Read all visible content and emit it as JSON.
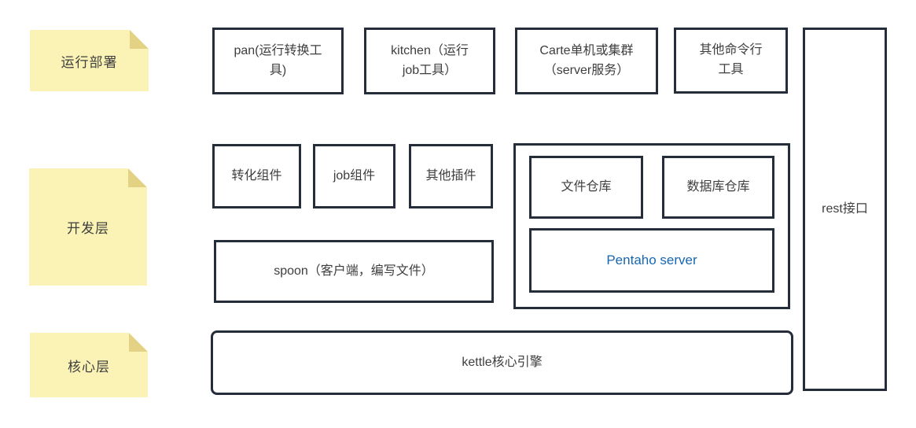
{
  "colors": {
    "bg": "#FFFFFF",
    "box_border": "#252D3A",
    "text": "#3E3E3E",
    "note_bg": "#FBF2B5",
    "note_fold": "#E3D283",
    "accent_blue": "#1767B0"
  },
  "notes": [
    {
      "label": "运行部署"
    },
    {
      "label": "开发层"
    },
    {
      "label": "核心层"
    }
  ],
  "deploy_row": {
    "pan_label": "pan(运行转换工\n具)",
    "kitchen_label": "kitchen（运行\njob工具）",
    "carte_label": "Carte单机或集群\n（server服务）",
    "other_cli_label": "其他命令行\n工具"
  },
  "dev_layer": {
    "transform_label": "转化组件",
    "job_label": "job组件",
    "plugins_label": "其他插件",
    "spoon_label": "spoon（客户端，编写文件）",
    "repo_group": {
      "file_repo_label": "文件仓库",
      "db_repo_label": "数据库仓库",
      "pentaho_server_label": "Pentaho server"
    }
  },
  "core_layer": {
    "kettle_label": "kettle核心引擎"
  },
  "rest_api_label": "rest接口"
}
